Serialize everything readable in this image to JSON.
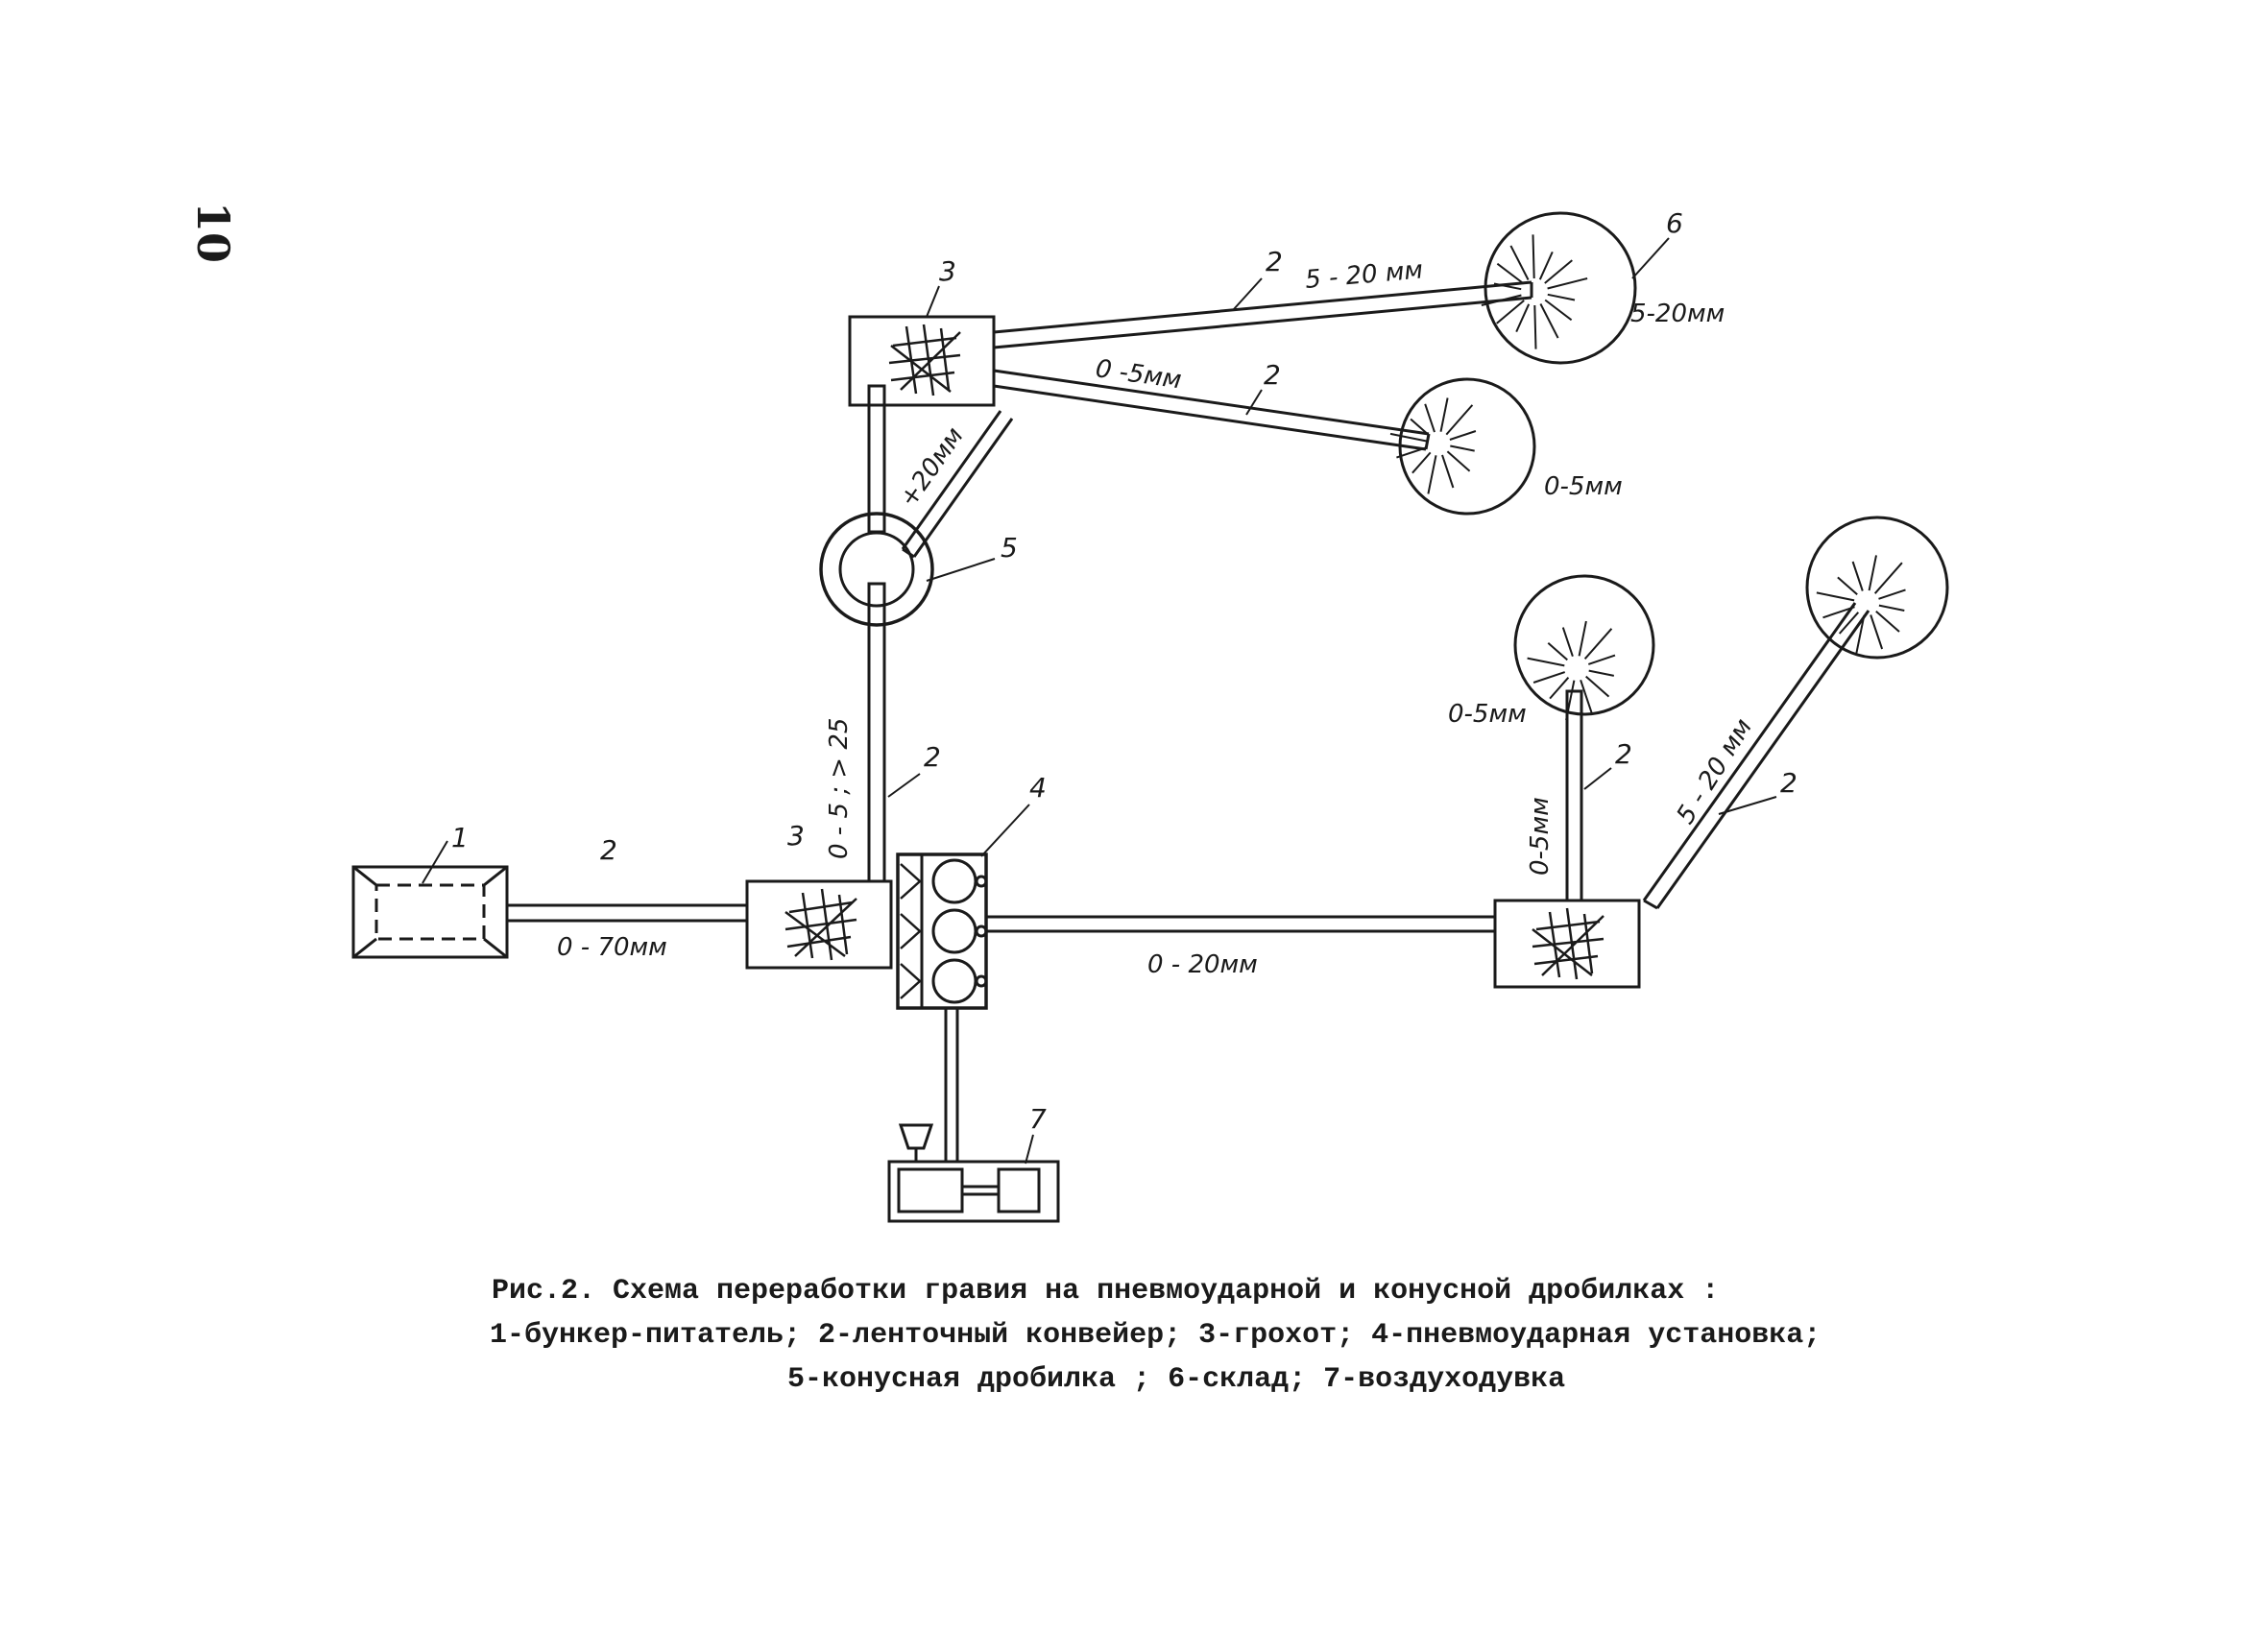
{
  "page_number": "10",
  "labels": {
    "hopper_num": "1",
    "screen_num": "3",
    "conveyor_num": "2",
    "crusher_pneumo_num": "4",
    "cone_crusher_num": "5",
    "storage_num": "6",
    "blower_num": "7",
    "conveyor_0_70": "0 - 70мм",
    "conveyor_0_20": "0 - 20мм",
    "conveyor_vertical": "0 - 5 ; > 25",
    "plus20": "+20мм",
    "upper_5_20": "5 - 20 мм",
    "upper_0_5": "0 -5мм",
    "storage_5_20": "5-20мм",
    "storage_0_5": "0-5мм",
    "right_0_5_top": "0-5мм",
    "right_0_5_vertical": "0-5мм",
    "right_5_20": "5 - 20 мм"
  },
  "caption": {
    "line1": "Рис.2. Схема переработки гравия на пневмоударной и конусной дробилках  :",
    "line2": "1-бункер-питатель; 2-ленточный конвейер; 3-грохот; 4-пневмоударная установка;",
    "line3": "5-конусная дробилка ;  6-склад;  7-воздуходувка"
  },
  "colors": {
    "ink": "#1a1a1a",
    "paper": "#ffffff"
  }
}
